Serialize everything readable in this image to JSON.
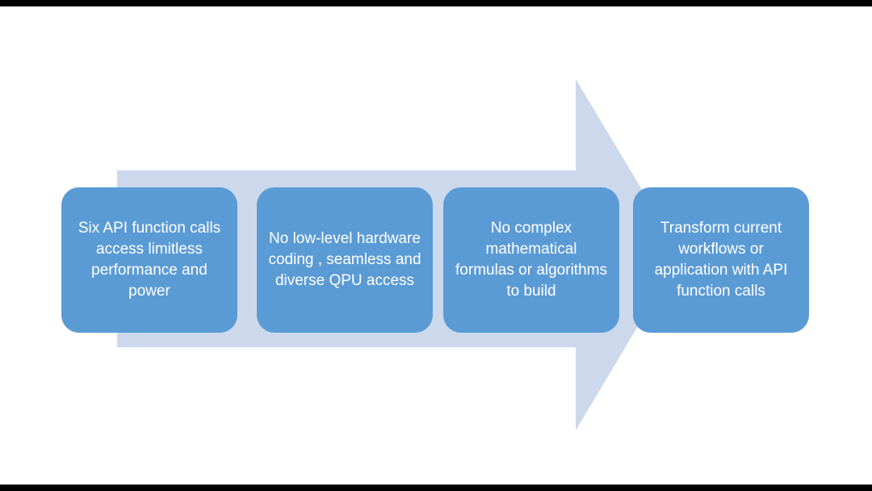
{
  "diagram": {
    "type": "process-arrow",
    "colors": {
      "arrow": "#ccd8ec",
      "box": "#5b9bd5",
      "box_text": "#ffffff",
      "slide_background": "#ffffff",
      "letterbox": "#000000"
    },
    "boxes": [
      {
        "label": "Six API function calls access limitless performance and power"
      },
      {
        "label": "No low-level hardware coding , seamless and diverse QPU access"
      },
      {
        "label": "No complex mathematical formulas or algorithms to build"
      },
      {
        "label": "Transform current workflows or application with API function calls"
      }
    ]
  }
}
